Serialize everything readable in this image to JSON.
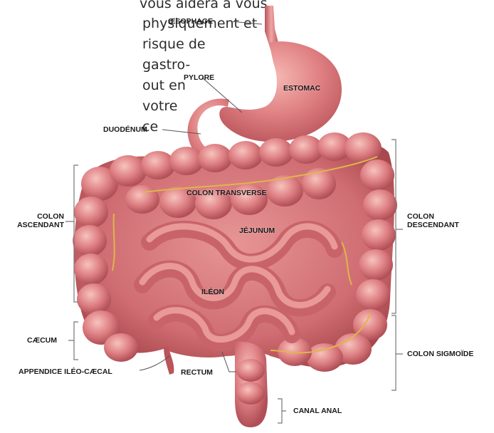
{
  "text_fragment": {
    "lines": [
      "vous aidera à vous",
      "physiquement et",
      "risque de",
      "gastro-",
      "out en",
      "votre",
      "ce"
    ]
  },
  "labels": {
    "oesophage": "ŒSOPHAGE",
    "pylore": "PYLORE",
    "estomac": "ESTOMAC",
    "duodenum": "DUODÉNUM",
    "colon_transverse": "COLON TRANSVERSE",
    "colon_ascendant_1": "COLON",
    "colon_ascendant_2": "ASCENDANT",
    "colon_descendant_1": "COLON",
    "colon_descendant_2": "DESCENDANT",
    "jejunum": "JÉJUNUM",
    "ileon": "ILÉON",
    "caecum": "CÆCUM",
    "colon_sigmoide": "COLON SIGMOÏDE",
    "rectum": "RECTUM",
    "appendice": "APPENDICE ILÉO-CÆCAL",
    "canal_anal": "CANAL ANAL"
  },
  "colors": {
    "tissue": "#d9757a",
    "tissue_light": "#f3b3b0",
    "tissue_dark": "#a8474d",
    "vessel": "#e0b54a",
    "leader": "#555555"
  }
}
